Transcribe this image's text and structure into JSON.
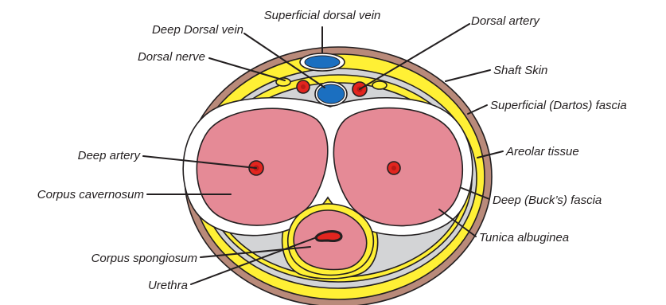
{
  "colors": {
    "skin": "#b98a7a",
    "fascia_yellow": "#fff035",
    "buck_gray": "#d3d4d6",
    "tunica_white": "#ffffff",
    "cavernosum_pink": "#e58a96",
    "vein_blue": "#1b6fc0",
    "artery_red": "#e2251f",
    "nerve_yellow": "#fff035",
    "outline": "#231f20"
  },
  "labels": {
    "superficial_dorsal_vein": "Superficial dorsal vein",
    "deep_dorsal_vein": "Deep Dorsal vein",
    "dorsal_artery": "Dorsal artery",
    "dorsal_nerve": "Dorsal nerve",
    "shaft_skin": "Shaft Skin",
    "superficial_dartos_fascia": "Superficial (Dartos) fascia",
    "areolar_tissue": "Areolar tissue",
    "deep_artery": "Deep artery",
    "corpus_cavernosum": "Corpus cavernosum",
    "deep_bucks_fascia": "Deep (Buck’s) fascia",
    "tunica_albuginea": "Tunica albuginea",
    "corpus_spongiosum": "Corpus spongiosum",
    "urethra": "Urethra"
  }
}
